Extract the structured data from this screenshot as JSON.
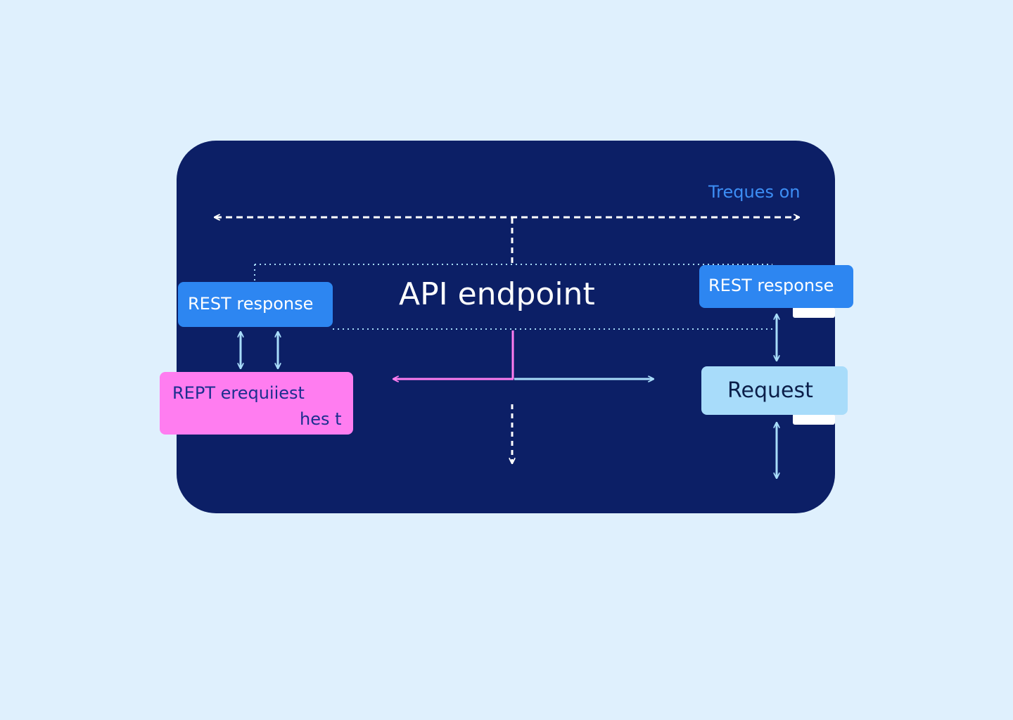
{
  "diagram": {
    "title": "API endpoint",
    "top_right_label": "Treques on",
    "left_top_box": {
      "label": "REST response"
    },
    "right_top_box": {
      "label": "REST response"
    },
    "left_bottom_box": {
      "line1": "REPT erequiiest",
      "line2": "hes t"
    },
    "right_bottom_box": {
      "label": "Request"
    }
  },
  "colors": {
    "background": "#dff0fd",
    "panel": "#0c1f66",
    "rest_box": "#2d86f1",
    "pink_box": "#ff7df0",
    "request_box": "#a8dcfa",
    "arrow_white": "#ffffff",
    "arrow_light_blue": "#a8dcfa",
    "arrow_pink": "#ff7df0"
  }
}
